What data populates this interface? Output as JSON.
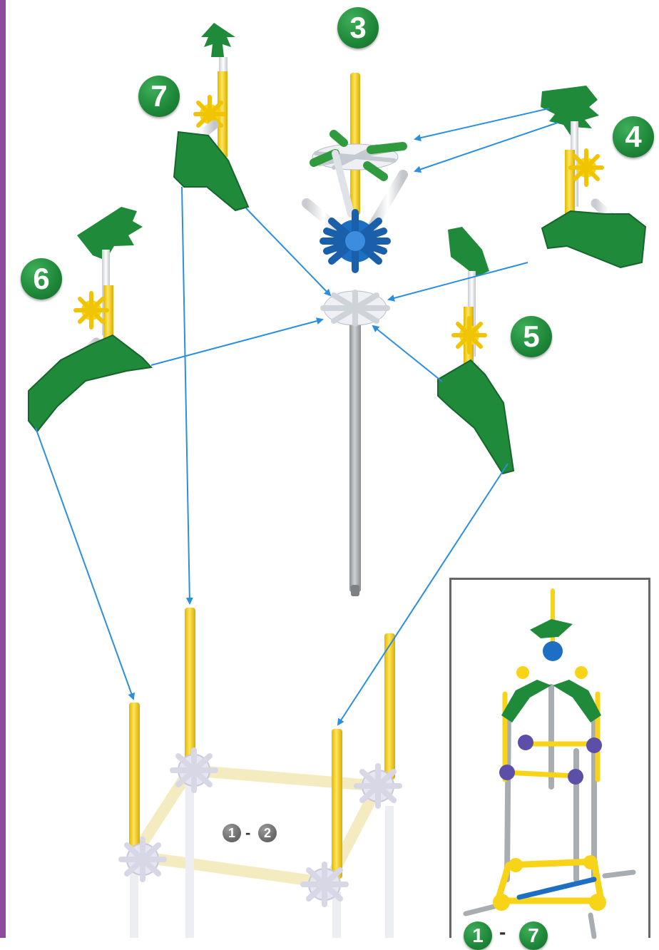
{
  "steps": {
    "s3": "3",
    "s4": "4",
    "s5": "5",
    "s6": "6",
    "s7": "7"
  },
  "base_range": {
    "from": "1",
    "sep": "-",
    "to": "2"
  },
  "inset_range": {
    "from": "1",
    "sep": "-",
    "to": "7"
  },
  "colors": {
    "green": "#1f8a3a",
    "dark_green": "#15662a",
    "yellow": "#f7d417",
    "blue": "#1d6fc4",
    "grey_rod": "#a9adb1",
    "white_connector": "#eef0f4",
    "purple_connector": "#5b4fa8",
    "arrow": "#2b8fe0",
    "stripe": "#8e4a9b"
  }
}
